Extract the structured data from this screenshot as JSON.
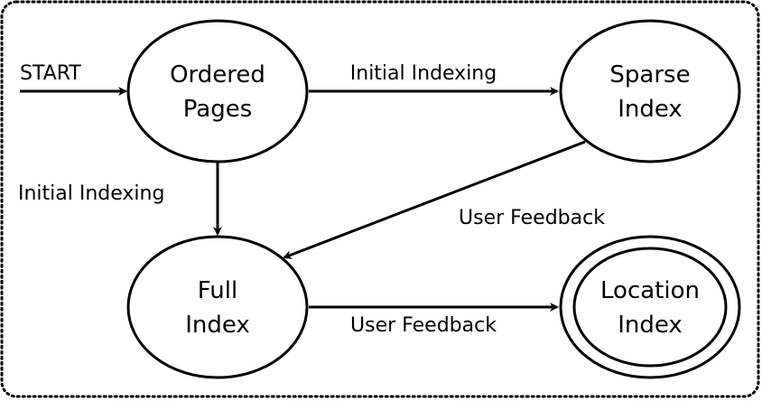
{
  "nodes": {
    "ordered_pages": {
      "line1": "Ordered",
      "line2": "Pages"
    },
    "sparse_index": {
      "line1": "Sparse",
      "line2": "Index"
    },
    "full_index": {
      "line1": "Full",
      "line2": "Index"
    },
    "location_index": {
      "line1": "Location",
      "line2": "Index"
    }
  },
  "edges": {
    "start": "START",
    "ordered_to_sparse": "Initial Indexing",
    "ordered_to_full": "Initial Indexing",
    "sparse_to_full": "User Feedback",
    "full_to_location": "User Feedback"
  }
}
